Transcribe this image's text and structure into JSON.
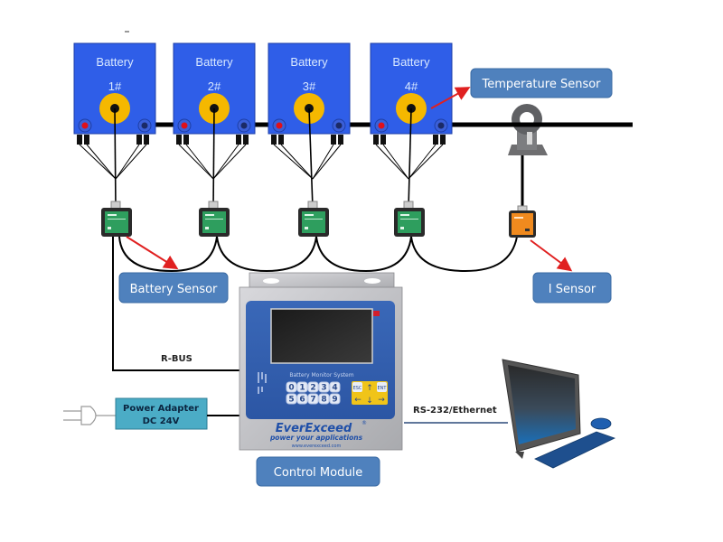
{
  "diagram": {
    "title": "Battery monitoring system wiring",
    "batteries": [
      {
        "label": "Battery",
        "id": "1#"
      },
      {
        "label": "Battery",
        "id": "2#"
      },
      {
        "label": "Battery",
        "id": "3#"
      },
      {
        "label": "Battery",
        "id": "4#"
      }
    ],
    "callouts": {
      "temperature_sensor": "Temperature Sensor",
      "battery_sensor": "Battery Sensor",
      "i_sensor": "I Sensor",
      "control_module": "Control Module"
    },
    "links": {
      "r_bus": "R-BUS",
      "rs232": "RS-232/Ethernet"
    },
    "power_adapter": {
      "line1": "Power Adapter",
      "line2": "DC 24V"
    },
    "control_module": {
      "panel_title": "Battery Monitor System",
      "brand": "EverExceed",
      "registered": "®",
      "tagline": "power your applications",
      "website": "www.everexceed.com",
      "keys_row1": [
        "0",
        "1",
        "2",
        "3",
        "4"
      ],
      "keys_row2": [
        "5",
        "6",
        "7",
        "8",
        "9"
      ],
      "nav_keys": {
        "esc": "ESC",
        "ent": "ENT",
        "up": "↑",
        "down": "↓",
        "left": "←",
        "right": "→"
      }
    },
    "colors": {
      "battery_fill": "#2f5ee8",
      "terminal_ring": "#f5b800",
      "callout_fill": "#4f81bd",
      "adapter_fill": "#4bacc6",
      "arrow": "#e02020",
      "battery_sensor_face": "#2e9e5e",
      "i_sensor_face": "#f08a1e"
    }
  }
}
